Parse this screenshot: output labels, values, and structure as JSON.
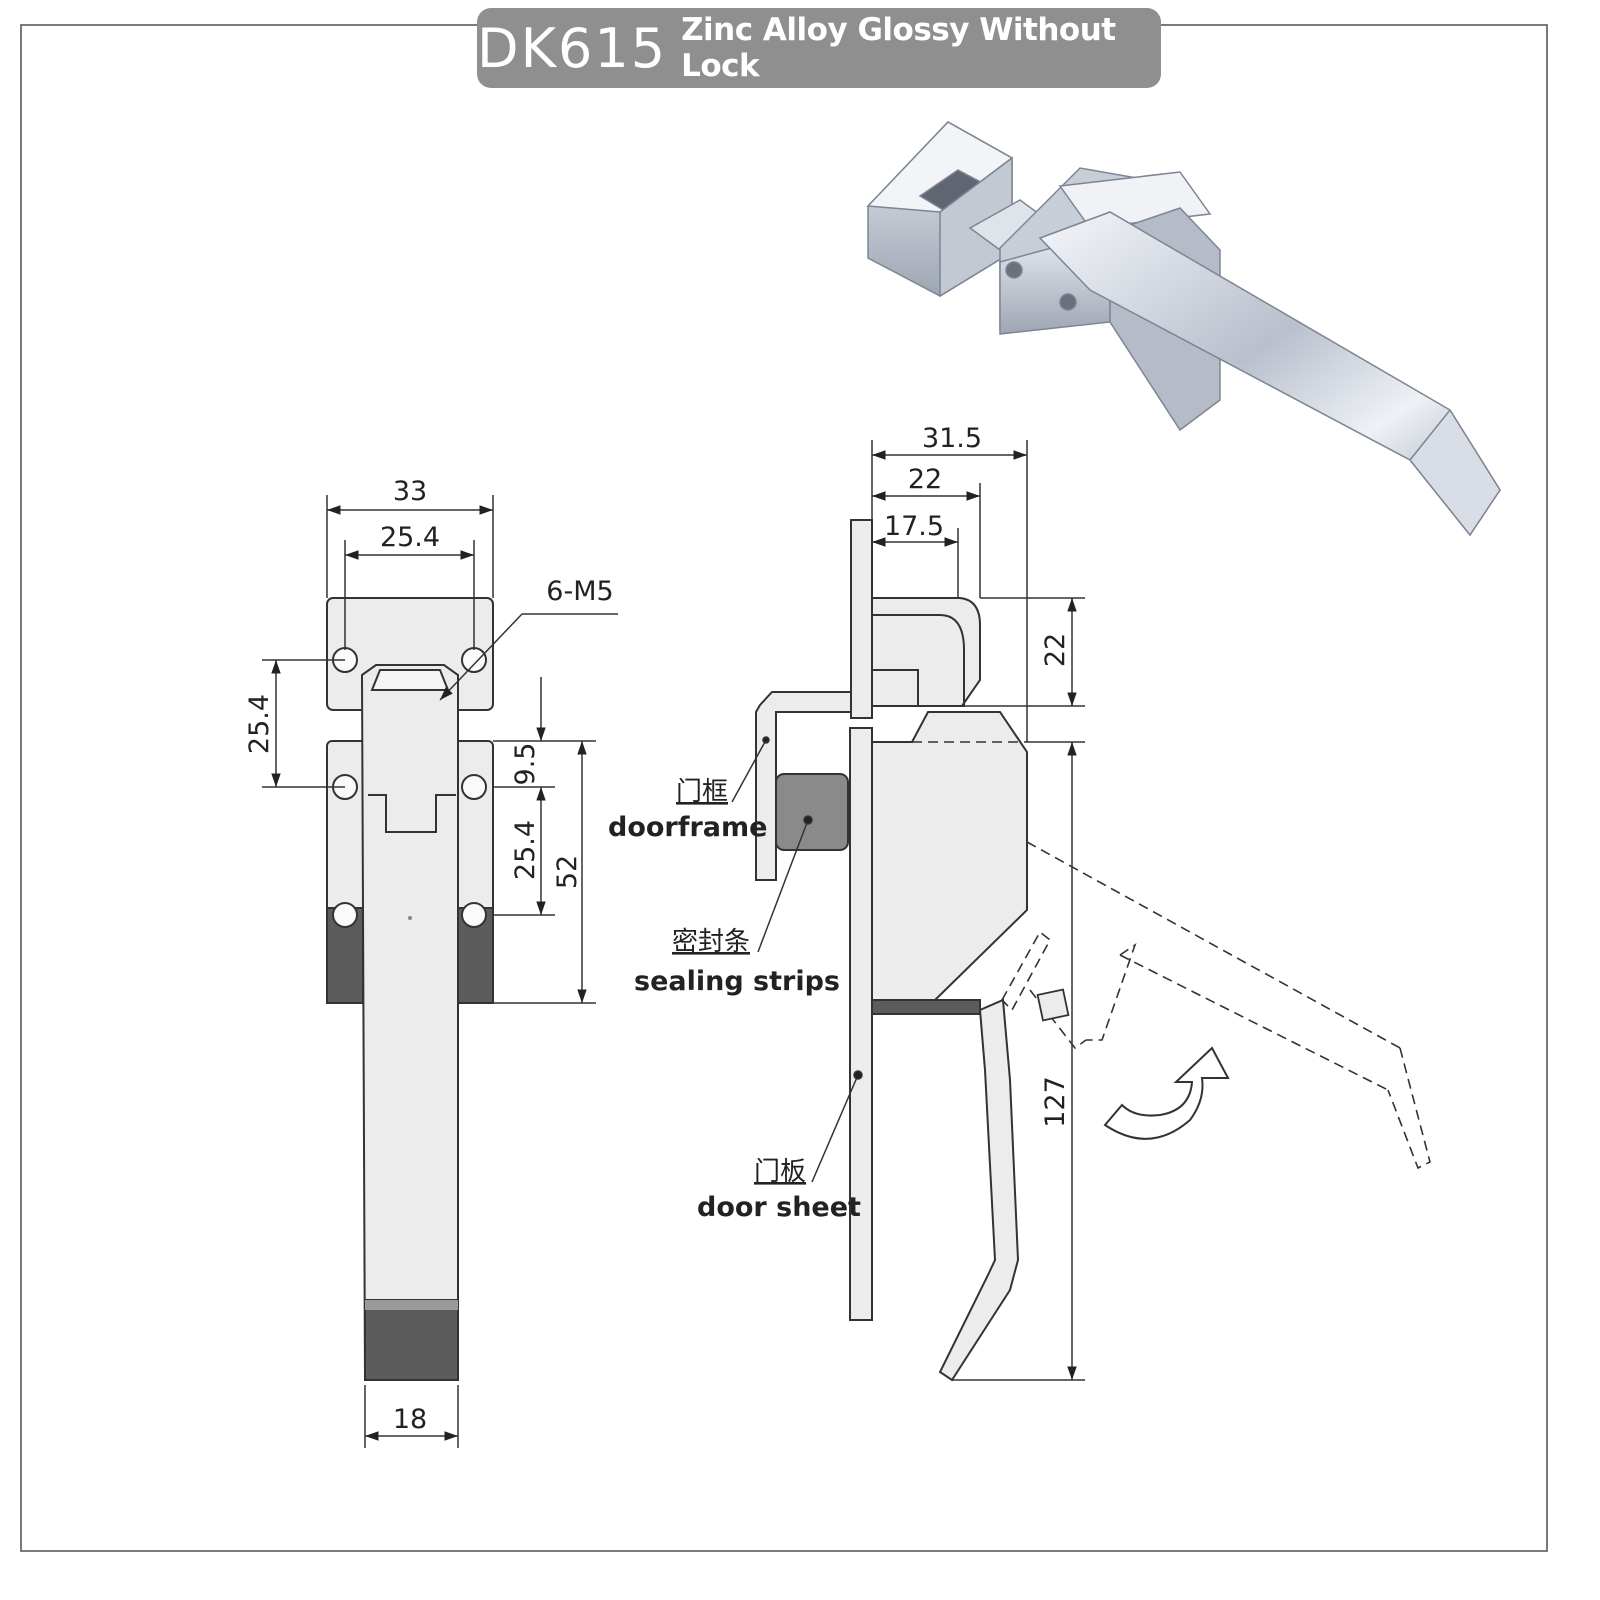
{
  "title": {
    "model": "DK615",
    "description": "Zinc Alloy Glossy Without Lock"
  },
  "front_view": {
    "dims": {
      "overall_width": "33",
      "hole_spacing_horizontal": "25.4",
      "thread_callout": "6-M5",
      "hole_spacing_vertical_top": "25.4",
      "offset": "9.5",
      "hole_spacing_vertical_lower": "25.4",
      "body_height": "52",
      "handle_width": "18"
    }
  },
  "side_view": {
    "dims": {
      "total_depth": "31.5",
      "keeper_depth": "22",
      "plate_depth": "17.5",
      "keeper_height": "22",
      "handle_length": "127"
    },
    "labels": {
      "doorframe_cn": "门框",
      "doorframe": "doorframe",
      "sealing_cn": "密封条",
      "sealing": "sealing strips",
      "doorsheet_cn": "门板",
      "doorsheet": "door sheet"
    }
  },
  "colors": {
    "title_bar": "#8f8f8f",
    "part_fill": "#ececec",
    "shadow_fill": "#5c5c5c",
    "line": "#333333"
  },
  "icons": {
    "rotation_arrow": "curved-arrow-icon",
    "product_photo": "latch-photo-icon"
  }
}
